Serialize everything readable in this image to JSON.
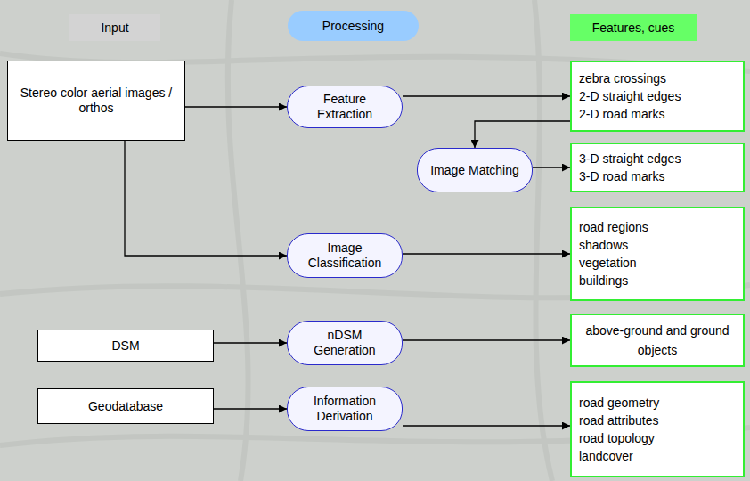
{
  "diagram": {
    "nodes": [
      {
        "text": [
          "Input"
        ]
      },
      {
        "text": [
          "Processing"
        ]
      },
      {
        "text": [
          "Features, cues"
        ]
      },
      {
        "text": [
          "Stereo color aerial images / orthos"
        ]
      },
      {
        "text": [
          "Feature Extraction"
        ]
      },
      {
        "text": [
          "zebra crossings",
          "2-D straight edges",
          "2-D road marks"
        ]
      },
      {
        "text": [
          "Image Matching"
        ]
      },
      {
        "text": [
          "3-D straight edges",
          "3-D road marks"
        ]
      },
      {
        "text": [
          "Image Classification"
        ]
      },
      {
        "text": [
          "road regions",
          "shadows",
          "vegetation",
          "buildings"
        ]
      },
      {
        "text": [
          "DSM"
        ]
      },
      {
        "text": [
          "nDSM Generation"
        ]
      },
      {
        "text": [
          "above-ground and ground objects"
        ]
      },
      {
        "text": [
          "Geodatabase"
        ]
      },
      {
        "text": [
          "Information Derivation"
        ]
      },
      {
        "text": [
          "road geometry",
          "road attributes",
          "road topology",
          "landcover"
        ]
      }
    ],
    "edges": [
      {
        "from": 3,
        "to": 4,
        "arrow": "to"
      },
      {
        "from": 4,
        "to": 5,
        "arrow": "to"
      },
      {
        "from": 5,
        "to": 6,
        "arrow": "to"
      },
      {
        "from": 6,
        "to": 7,
        "arrow": "to"
      },
      {
        "from": 3,
        "to": 8,
        "arrow": "to"
      },
      {
        "from": 8,
        "to": 9,
        "arrow": "to"
      },
      {
        "from": 10,
        "to": 11,
        "arrow": "to"
      },
      {
        "from": 11,
        "to": 12,
        "arrow": "to"
      },
      {
        "from": 13,
        "to": 14,
        "arrow": "to"
      },
      {
        "from": 14,
        "to": 15,
        "arrow": "to"
      }
    ]
  }
}
